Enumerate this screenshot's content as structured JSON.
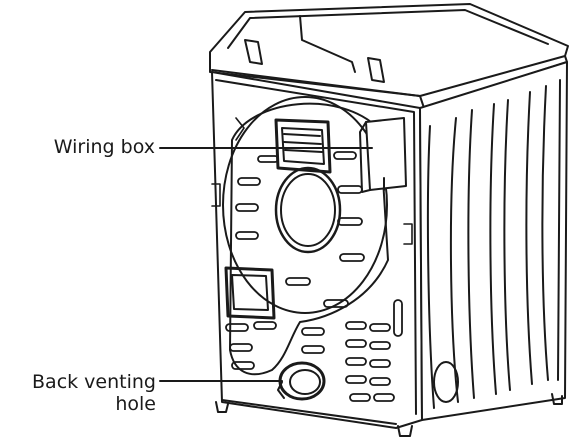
{
  "diagram": {
    "callouts": {
      "wiring_box": "Wiring box",
      "back_venting_line1": "Back venting",
      "back_venting_line2": "hole"
    },
    "colors": {
      "ink": "#1a1a1a",
      "panel": "#ffffff"
    }
  }
}
